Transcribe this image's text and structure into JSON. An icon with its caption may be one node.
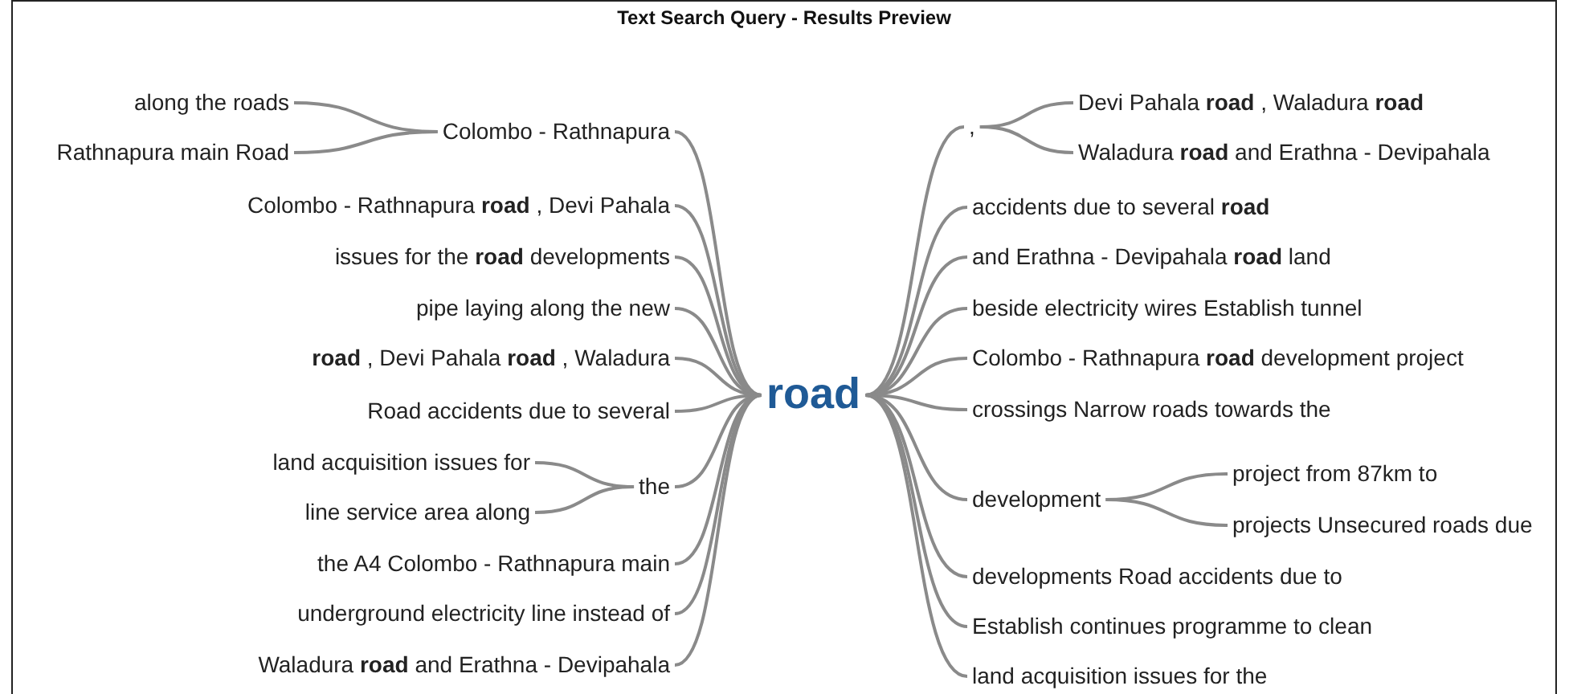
{
  "diagram": {
    "title": "Text Search Query - Results Preview",
    "nodes": [
      {
        "text": [
          "road"
        ]
      },
      {
        "text": [
          "along the roads"
        ]
      },
      {
        "text": [
          "Rathnapura main Road"
        ]
      },
      {
        "text": [
          "Colombo - Rathnapura"
        ]
      },
      {
        "text": [
          "Colombo - Rathnapura **road** , Devi Pahala"
        ]
      },
      {
        "text": [
          "issues for the **road** developments"
        ]
      },
      {
        "text": [
          "pipe laying along the new"
        ]
      },
      {
        "text": [
          "**road** , Devi Pahala **road** , Waladura"
        ]
      },
      {
        "text": [
          "Road accidents due to several"
        ]
      },
      {
        "text": [
          "land acquisition issues for"
        ]
      },
      {
        "text": [
          "line service area along"
        ]
      },
      {
        "text": [
          "the"
        ]
      },
      {
        "text": [
          "the A4 Colombo - Rathnapura main"
        ]
      },
      {
        "text": [
          "underground electricity line instead of"
        ]
      },
      {
        "text": [
          "Waladura **road** and Erathna - Devipahala"
        ]
      },
      {
        "text": [
          ","
        ]
      },
      {
        "text": [
          "Devi Pahala **road** , Waladura **road**"
        ]
      },
      {
        "text": [
          "Waladura **road** and Erathna - Devipahala"
        ]
      },
      {
        "text": [
          "accidents due to several **road**"
        ]
      },
      {
        "text": [
          "and Erathna - Devipahala **road** land"
        ]
      },
      {
        "text": [
          "beside electricity wires Establish tunnel"
        ]
      },
      {
        "text": [
          "Colombo - Rathnapura **road** development project"
        ]
      },
      {
        "text": [
          "crossings Narrow roads towards the"
        ]
      },
      {
        "text": [
          "development"
        ]
      },
      {
        "text": [
          "project from 87km to"
        ]
      },
      {
        "text": [
          "projects Unsecured roads due"
        ]
      },
      {
        "text": [
          "developments Road accidents due to"
        ]
      },
      {
        "text": [
          "Establish continues programme to clean"
        ]
      },
      {
        "text": [
          "land acquisition issues for the"
        ]
      }
    ],
    "edges": [
      {
        "from": 1,
        "to": 3,
        "arrow": "none"
      },
      {
        "from": 2,
        "to": 3,
        "arrow": "none"
      },
      {
        "from": 3,
        "to": 0,
        "arrow": "none"
      },
      {
        "from": 4,
        "to": 0,
        "arrow": "none"
      },
      {
        "from": 5,
        "to": 0,
        "arrow": "none"
      },
      {
        "from": 6,
        "to": 0,
        "arrow": "none"
      },
      {
        "from": 7,
        "to": 0,
        "arrow": "none"
      },
      {
        "from": 8,
        "to": 0,
        "arrow": "none"
      },
      {
        "from": 9,
        "to": 11,
        "arrow": "none"
      },
      {
        "from": 10,
        "to": 11,
        "arrow": "none"
      },
      {
        "from": 11,
        "to": 0,
        "arrow": "none"
      },
      {
        "from": 12,
        "to": 0,
        "arrow": "none"
      },
      {
        "from": 13,
        "to": 0,
        "arrow": "none"
      },
      {
        "from": 14,
        "to": 0,
        "arrow": "none"
      },
      {
        "from": 0,
        "to": 15,
        "arrow": "none"
      },
      {
        "from": 15,
        "to": 16,
        "arrow": "none"
      },
      {
        "from": 15,
        "to": 17,
        "arrow": "none"
      },
      {
        "from": 0,
        "to": 18,
        "arrow": "none"
      },
      {
        "from": 0,
        "to": 19,
        "arrow": "none"
      },
      {
        "from": 0,
        "to": 20,
        "arrow": "none"
      },
      {
        "from": 0,
        "to": 21,
        "arrow": "none"
      },
      {
        "from": 0,
        "to": 22,
        "arrow": "none"
      },
      {
        "from": 0,
        "to": 23,
        "arrow": "none"
      },
      {
        "from": 23,
        "to": 24,
        "arrow": "none"
      },
      {
        "from": 23,
        "to": 25,
        "arrow": "none"
      },
      {
        "from": 0,
        "to": 26,
        "arrow": "none"
      },
      {
        "from": 0,
        "to": 27,
        "arrow": "none"
      },
      {
        "from": 0,
        "to": 28,
        "arrow": "none"
      }
    ]
  }
}
